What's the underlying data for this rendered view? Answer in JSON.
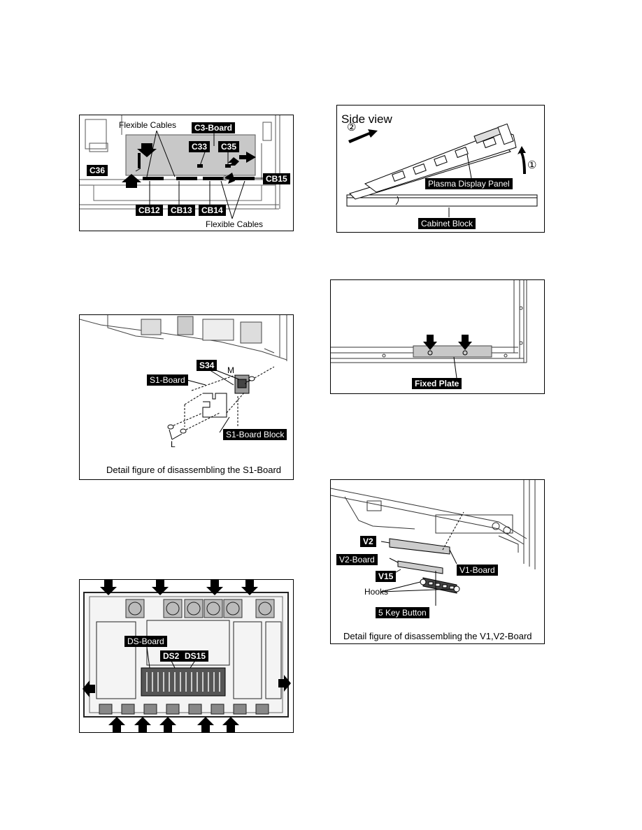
{
  "fig1": {
    "flex_top": "Flexible Cables",
    "board": "C3-Board",
    "c33": "C33",
    "c35": "C35",
    "c36": "C36",
    "cb15": "CB15",
    "cb12": "CB12",
    "cb13": "CB13",
    "cb14": "CB14",
    "flex_bottom": "Flexible Cables"
  },
  "fig2": {
    "s34": "S34",
    "m": "M",
    "board": "S1-Board",
    "block": "S1-Board Block",
    "l": "L",
    "caption": "Detail figure of disassembling the S1-Board"
  },
  "fig3": {
    "board": "DS-Board",
    "ds2": "DS2",
    "ds15": "DS15"
  },
  "fig4": {
    "title": "Side view",
    "step2": "②",
    "step1": "①",
    "panel": "Plasma Display Panel",
    "cabinet": "Cabinet Block"
  },
  "fig5": {
    "plate": "Fixed Plate"
  },
  "fig6": {
    "v2": "V2",
    "v2board": "V2-Board",
    "v1board": "V1-Board",
    "v15": "V15",
    "hooks": "Hooks",
    "button": "5 Key Button",
    "caption": "Detail figure of disassembling the V1,V2-Board"
  }
}
